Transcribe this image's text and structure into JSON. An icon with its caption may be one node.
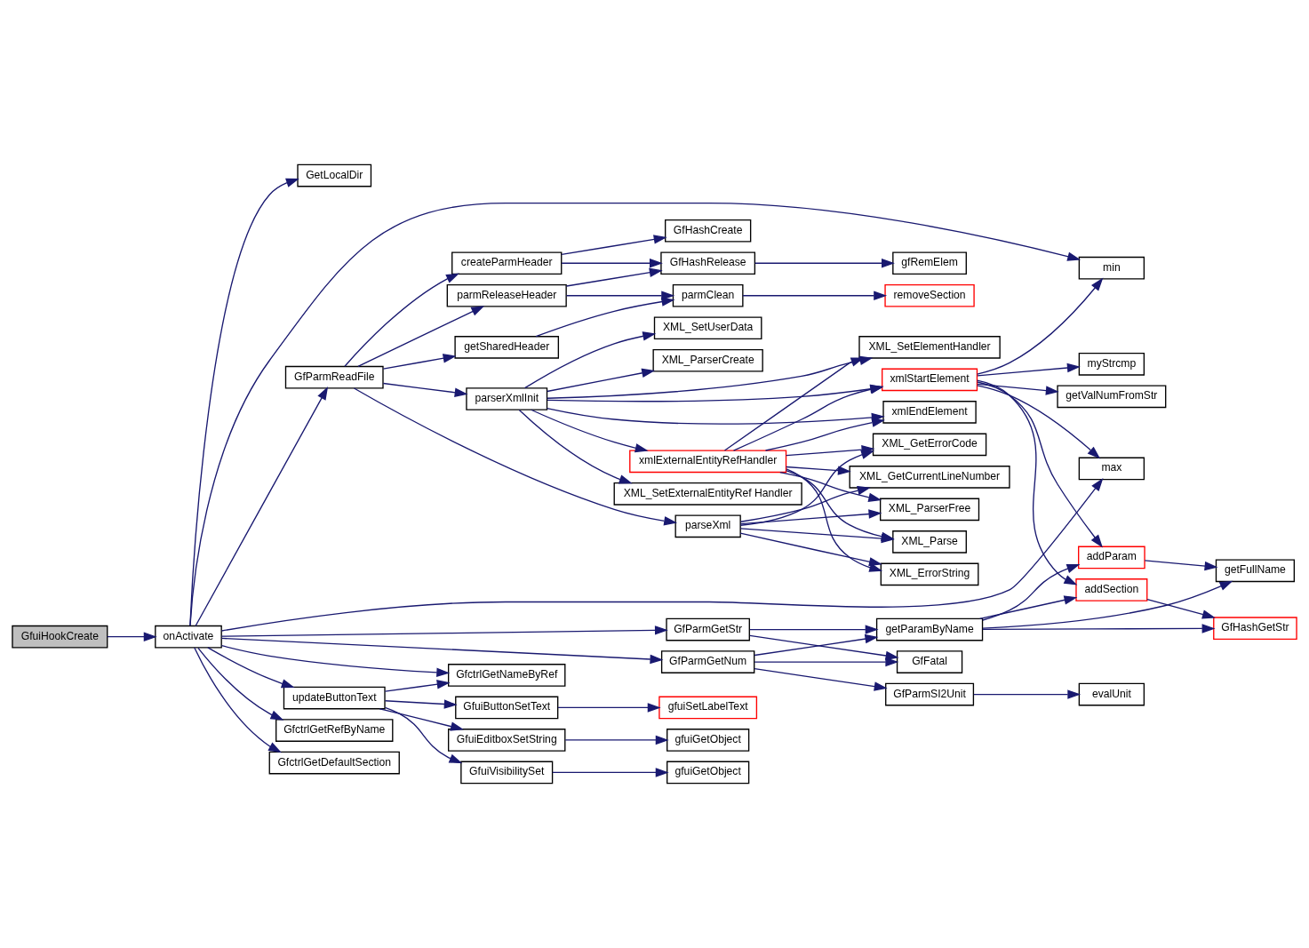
{
  "diagram": {
    "nodes": [
      {
        "text": [
          "GfuiHookCreate"
        ]
      },
      {
        "text": [
          "onActivate"
        ]
      },
      {
        "text": [
          "GetLocalDir"
        ]
      },
      {
        "text": [
          "min"
        ]
      },
      {
        "text": [
          "GfParmReadFile"
        ]
      },
      {
        "text": [
          "parserXmlInit"
        ]
      },
      {
        "text": [
          "XML_SetExternalEntityRef Handler"
        ]
      },
      {
        "text": [
          "XML_SetUserData"
        ]
      },
      {
        "text": [
          "XML_ParserCreate"
        ]
      },
      {
        "text": [
          "xmlEndElement"
        ]
      },
      {
        "text": [
          "XML_SetElementHandler"
        ]
      },
      {
        "text": [
          "xmlStartElement"
        ]
      },
      {
        "text": [
          "getValNumFromStr"
        ]
      },
      {
        "text": [
          "myStrcmp"
        ]
      },
      {
        "text": [
          "xmlExternalEntityRefHandler"
        ]
      },
      {
        "text": [
          "XML_Parse"
        ]
      },
      {
        "text": [
          "XML_ErrorString"
        ]
      },
      {
        "text": [
          "parseXml"
        ]
      },
      {
        "text": [
          "XML_GetErrorCode"
        ]
      },
      {
        "text": [
          "max"
        ]
      },
      {
        "text": [
          "XML_GetCurrentLineNumber"
        ]
      },
      {
        "text": [
          "getSharedHeader"
        ]
      },
      {
        "text": [
          "parmClean"
        ]
      },
      {
        "text": [
          "XML_ParserFree"
        ]
      },
      {
        "text": [
          "parmReleaseHeader"
        ]
      },
      {
        "text": [
          "GfHashRelease"
        ]
      },
      {
        "text": [
          "removeSection"
        ]
      },
      {
        "text": [
          "addSection"
        ]
      },
      {
        "text": [
          "createParmHeader"
        ]
      },
      {
        "text": [
          "GfHashCreate"
        ]
      },
      {
        "text": [
          "gfRemElem"
        ]
      },
      {
        "text": [
          "addParam"
        ]
      },
      {
        "text": [
          "GfHashGetStr"
        ]
      },
      {
        "text": [
          "getFullName"
        ]
      },
      {
        "text": [
          "GfParmGetStr"
        ]
      },
      {
        "text": [
          "getParamByName"
        ]
      },
      {
        "text": [
          "GfParmGetNum"
        ]
      },
      {
        "text": [
          "GfFatal"
        ]
      },
      {
        "text": [
          "GfctrlGetNameByRef"
        ]
      },
      {
        "text": [
          "GfParmSI2Unit"
        ]
      },
      {
        "text": [
          "evalUnit"
        ]
      },
      {
        "text": [
          "updateButtonText"
        ]
      },
      {
        "text": [
          "GfuiButtonSetText"
        ]
      },
      {
        "text": [
          "gfuiSetLabelText"
        ]
      },
      {
        "text": [
          "GfctrlGetRefByName"
        ]
      },
      {
        "text": [
          "GfuiEditboxSetString"
        ]
      },
      {
        "text": [
          "gfuiGetObject"
        ]
      },
      {
        "text": [
          "GfctrlGetDefaultSection"
        ]
      },
      {
        "text": [
          "GfuiVisibilitySet"
        ]
      },
      {
        "text": [
          "gfuiGetObject"
        ]
      }
    ],
    "edges": [
      {
        "from": 0,
        "to": 1,
        "arrow": "to"
      },
      {
        "from": 1,
        "to": 2,
        "arrow": "to"
      },
      {
        "from": 1,
        "to": 3,
        "arrow": "to"
      },
      {
        "from": 1,
        "to": 4,
        "arrow": "to"
      },
      {
        "from": 1,
        "to": 19,
        "arrow": "to"
      },
      {
        "from": 1,
        "to": 34,
        "arrow": "to"
      },
      {
        "from": 1,
        "to": 36,
        "arrow": "to"
      },
      {
        "from": 1,
        "to": 38,
        "arrow": "to"
      },
      {
        "from": 1,
        "to": 41,
        "arrow": "to"
      },
      {
        "from": 1,
        "to": 44,
        "arrow": "to"
      },
      {
        "from": 1,
        "to": 47,
        "arrow": "to"
      },
      {
        "from": 4,
        "to": 5,
        "arrow": "to"
      },
      {
        "from": 4,
        "to": 17,
        "arrow": "to"
      },
      {
        "from": 4,
        "to": 21,
        "arrow": "to"
      },
      {
        "from": 4,
        "to": 24,
        "arrow": "to"
      },
      {
        "from": 4,
        "to": 28,
        "arrow": "to"
      },
      {
        "from": 5,
        "to": 6,
        "arrow": "to"
      },
      {
        "from": 5,
        "to": 7,
        "arrow": "to"
      },
      {
        "from": 5,
        "to": 8,
        "arrow": "to"
      },
      {
        "from": 5,
        "to": 9,
        "arrow": "to"
      },
      {
        "from": 5,
        "to": 10,
        "arrow": "to"
      },
      {
        "from": 5,
        "to": 11,
        "arrow": "to"
      },
      {
        "from": 5,
        "to": 14,
        "arrow": "to"
      },
      {
        "from": 14,
        "to": 9,
        "arrow": "to"
      },
      {
        "from": 14,
        "to": 10,
        "arrow": "to"
      },
      {
        "from": 14,
        "to": 11,
        "arrow": "to"
      },
      {
        "from": 14,
        "to": 15,
        "arrow": "to"
      },
      {
        "from": 14,
        "to": 16,
        "arrow": "to"
      },
      {
        "from": 14,
        "to": 18,
        "arrow": "to"
      },
      {
        "from": 14,
        "to": 20,
        "arrow": "to"
      },
      {
        "from": 14,
        "to": 23,
        "arrow": "to"
      },
      {
        "from": 17,
        "to": 15,
        "arrow": "to"
      },
      {
        "from": 17,
        "to": 16,
        "arrow": "to"
      },
      {
        "from": 17,
        "to": 18,
        "arrow": "to"
      },
      {
        "from": 17,
        "to": 20,
        "arrow": "to"
      },
      {
        "from": 17,
        "to": 23,
        "arrow": "to"
      },
      {
        "from": 11,
        "to": 3,
        "arrow": "to"
      },
      {
        "from": 11,
        "to": 12,
        "arrow": "to"
      },
      {
        "from": 11,
        "to": 13,
        "arrow": "to"
      },
      {
        "from": 11,
        "to": 19,
        "arrow": "to"
      },
      {
        "from": 11,
        "to": 27,
        "arrow": "to"
      },
      {
        "from": 11,
        "to": 31,
        "arrow": "to"
      },
      {
        "from": 21,
        "to": 22,
        "arrow": "to"
      },
      {
        "from": 24,
        "to": 22,
        "arrow": "to"
      },
      {
        "from": 24,
        "to": 25,
        "arrow": "to"
      },
      {
        "from": 28,
        "to": 25,
        "arrow": "to"
      },
      {
        "from": 28,
        "to": 29,
        "arrow": "to"
      },
      {
        "from": 22,
        "to": 26,
        "arrow": "to"
      },
      {
        "from": 25,
        "to": 30,
        "arrow": "to"
      },
      {
        "from": 27,
        "to": 32,
        "arrow": "to"
      },
      {
        "from": 31,
        "to": 33,
        "arrow": "to"
      },
      {
        "from": 35,
        "to": 27,
        "arrow": "to"
      },
      {
        "from": 35,
        "to": 31,
        "arrow": "to"
      },
      {
        "from": 35,
        "to": 32,
        "arrow": "to"
      },
      {
        "from": 35,
        "to": 33,
        "arrow": "to"
      },
      {
        "from": 34,
        "to": 35,
        "arrow": "to"
      },
      {
        "from": 34,
        "to": 37,
        "arrow": "to"
      },
      {
        "from": 36,
        "to": 35,
        "arrow": "to"
      },
      {
        "from": 36,
        "to": 37,
        "arrow": "to"
      },
      {
        "from": 36,
        "to": 39,
        "arrow": "to"
      },
      {
        "from": 39,
        "to": 40,
        "arrow": "to"
      },
      {
        "from": 41,
        "to": 38,
        "arrow": "to"
      },
      {
        "from": 41,
        "to": 42,
        "arrow": "to"
      },
      {
        "from": 41,
        "to": 45,
        "arrow": "to"
      },
      {
        "from": 41,
        "to": 48,
        "arrow": "to"
      },
      {
        "from": 42,
        "to": 43,
        "arrow": "to"
      },
      {
        "from": 45,
        "to": 46,
        "arrow": "to"
      },
      {
        "from": 48,
        "to": 49,
        "arrow": "to"
      }
    ]
  }
}
